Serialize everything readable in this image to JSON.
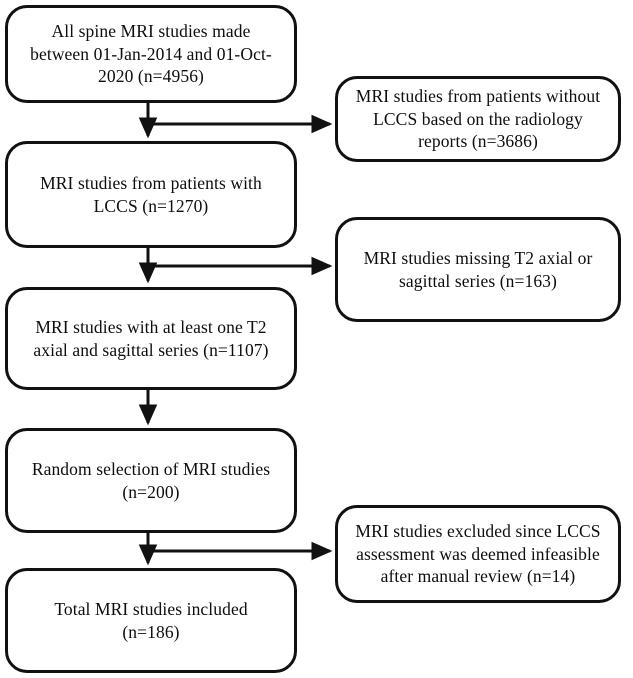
{
  "figure": {
    "type": "flowchart",
    "orientation": "top-to-bottom-with-right-exclusions",
    "line_color": "#111111",
    "text_color": "#0d0d0d",
    "background": "#ffffff"
  },
  "nodes": {
    "all_spine_mri": {
      "line1": "All spine MRI studies made",
      "line2": "between 01-Jan-2014 and 01-Oct-",
      "line3": "2020 (n=4956)",
      "count": 4956
    },
    "excluded_no_lccs": {
      "line1": "MRI studies from patients without",
      "line2": "LCCS based on the radiology",
      "line3": "reports (n=3686)",
      "count": 3686
    },
    "with_lccs": {
      "line1": "MRI studies from patients with",
      "line2": "LCCS (n=1270)",
      "count": 1270
    },
    "excluded_missing_t2": {
      "line1": "MRI studies missing T2 axial or",
      "line2": "sagittal series (n=163)",
      "count": 163
    },
    "t2_axial_sagittal": {
      "line1": "MRI studies with at least one T2",
      "line2": "axial and sagittal series (n=1107)",
      "count": 1107
    },
    "random_selection": {
      "line1": "Random selection of MRI studies",
      "line2": "(n=200)",
      "count": 200
    },
    "excluded_infeasible": {
      "line1": "MRI studies excluded since LCCS",
      "line2": "assessment was deemed infeasible",
      "line3": "after manual review (n=14)",
      "count": 14
    },
    "total_included": {
      "line1": "Total MRI studies included",
      "line2": "(n=186)",
      "count": 186
    }
  }
}
